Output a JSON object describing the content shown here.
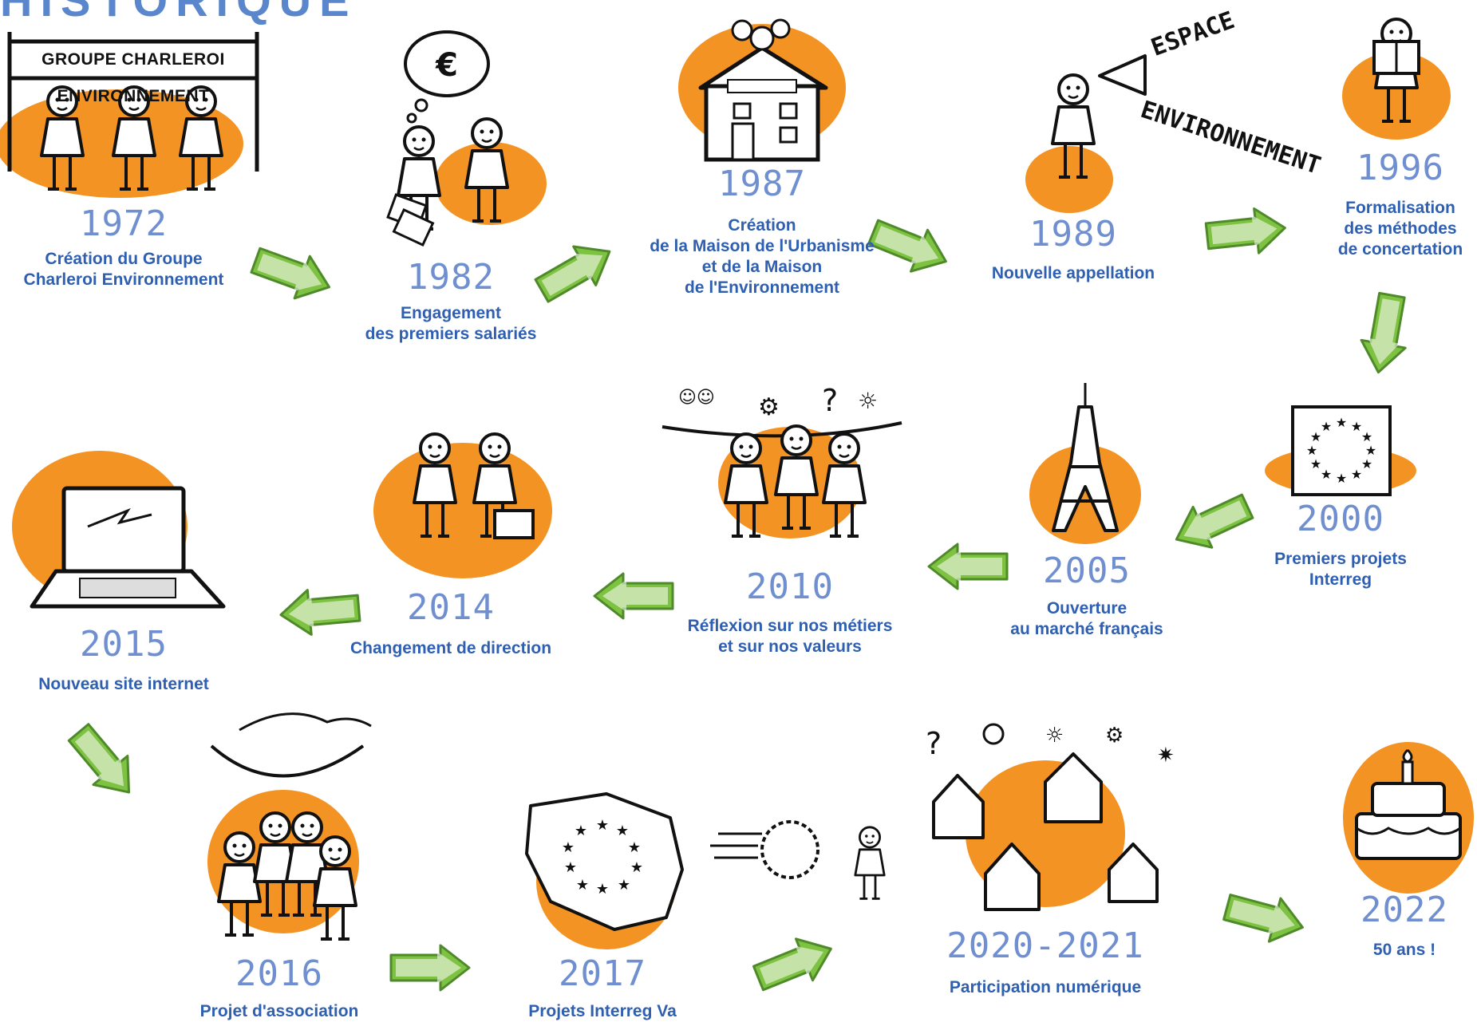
{
  "title_fragment": "HISTORIQUE",
  "banner": "GROUPE CHARLEROI ENVIRONNEMENT",
  "shout": {
    "line1": "ESPACE",
    "line2": "ENVIRONNEMENT"
  },
  "colors": {
    "orange": "#f39323",
    "arrow_green": "#7ec242",
    "year_blue": "#6f8fd0",
    "caption_blue": "#2f5fb0"
  },
  "milestones": [
    {
      "year": "1972",
      "lines": [
        "Création du Groupe",
        "Charleroi Environnement"
      ]
    },
    {
      "year": "1982",
      "lines": [
        "Engagement",
        "des premiers salariés"
      ]
    },
    {
      "year": "1987",
      "lines": [
        "Création",
        "de la Maison de l'Urbanisme",
        "et de la Maison",
        "de l'Environnement"
      ]
    },
    {
      "year": "1989",
      "lines": [
        "Nouvelle appellation"
      ]
    },
    {
      "year": "1996",
      "lines": [
        "Formalisation",
        "des méthodes",
        "de concertation"
      ]
    },
    {
      "year": "2000",
      "lines": [
        "Premiers projets",
        "Interreg"
      ]
    },
    {
      "year": "2005",
      "lines": [
        "Ouverture",
        "au marché français"
      ]
    },
    {
      "year": "2010",
      "lines": [
        "Réflexion sur nos métiers",
        "et sur nos valeurs"
      ]
    },
    {
      "year": "2014",
      "lines": [
        "Changement de direction"
      ]
    },
    {
      "year": "2015",
      "lines": [
        "Nouveau site internet"
      ]
    },
    {
      "year": "2016",
      "lines": [
        "Projet d'association"
      ]
    },
    {
      "year": "2017",
      "lines": [
        "Projets Interreg Va"
      ]
    },
    {
      "year": "2020-2021",
      "lines": [
        "Participation numérique"
      ]
    },
    {
      "year": "2022",
      "lines": [
        "50 ans !"
      ]
    }
  ]
}
